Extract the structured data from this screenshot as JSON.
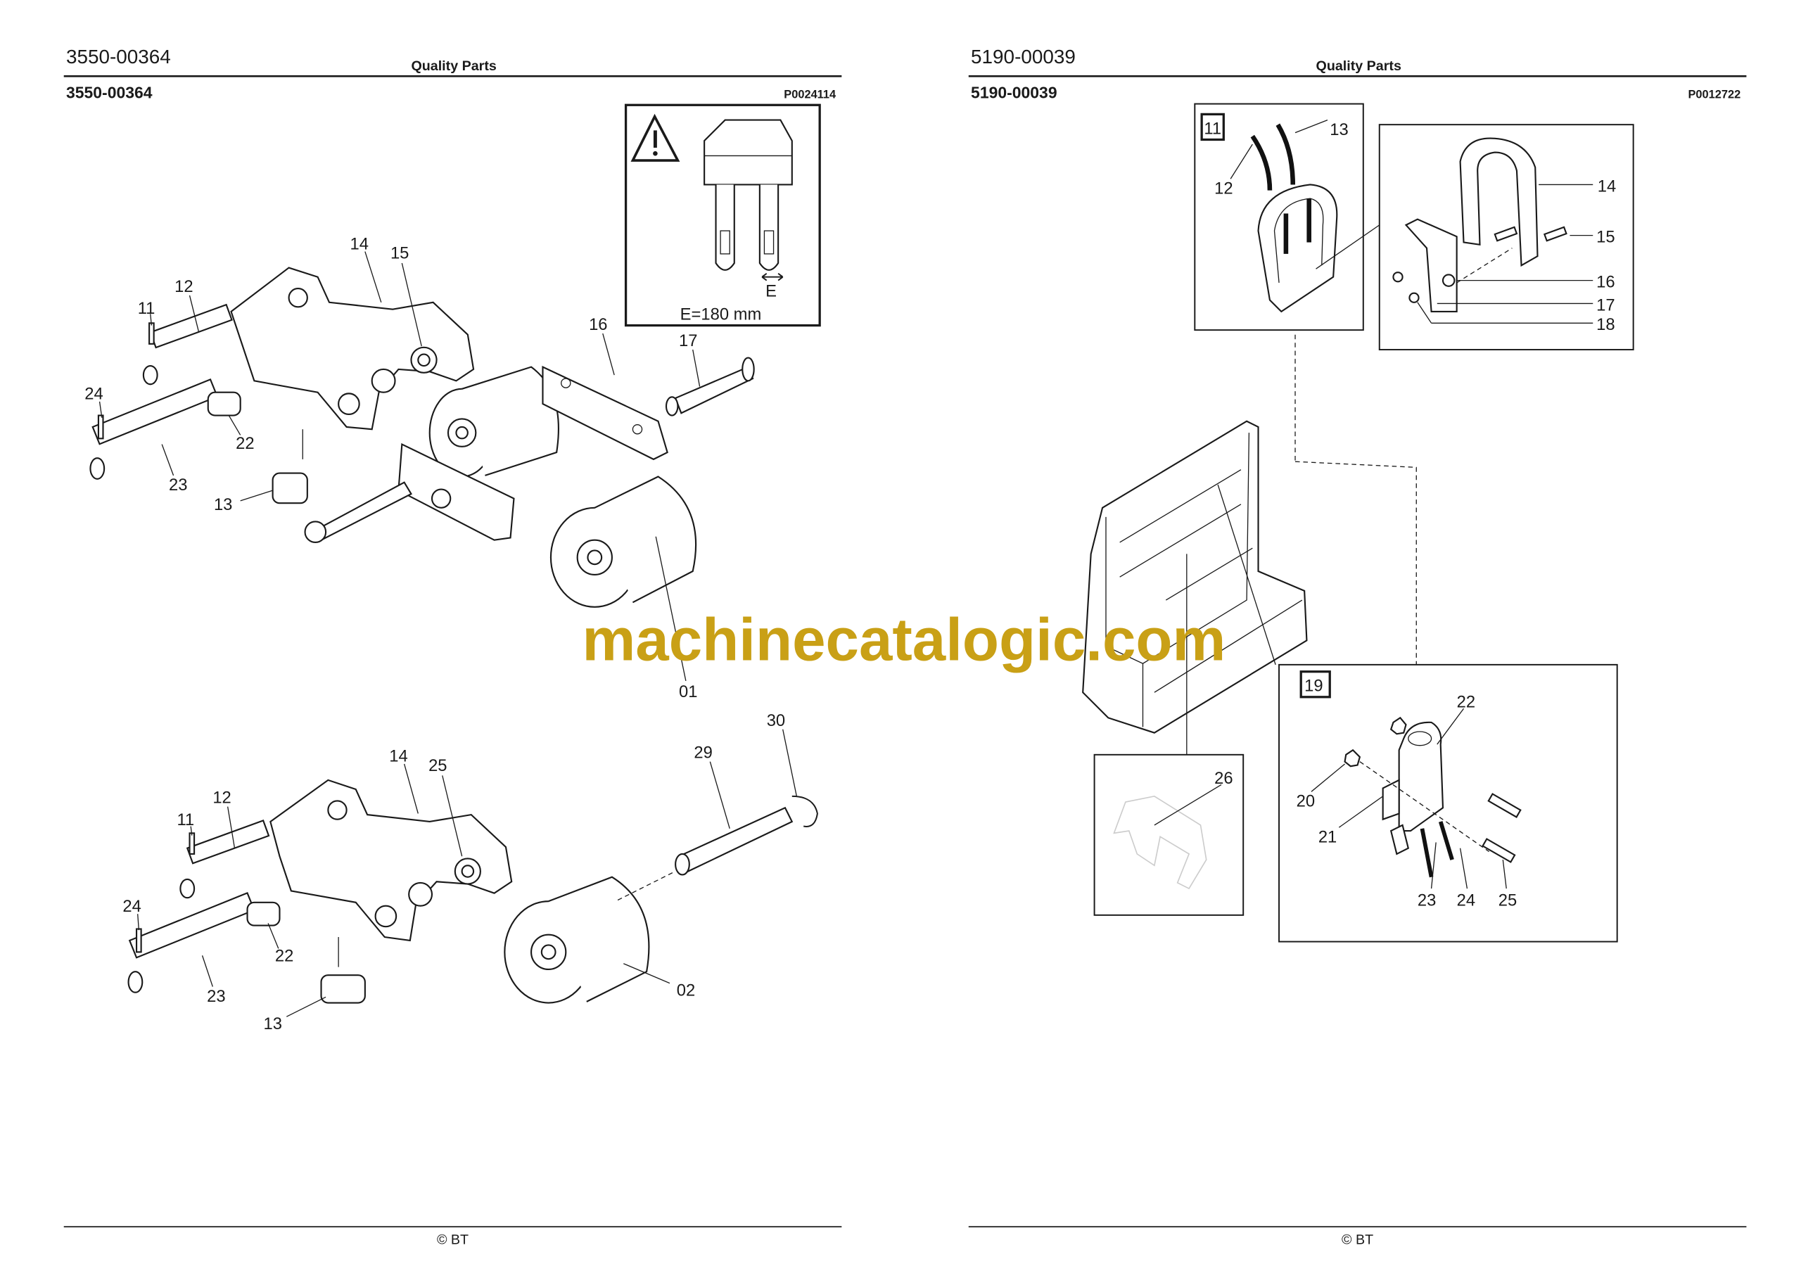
{
  "left_page": {
    "header_number": "3550-00364",
    "header_title": "Quality Parts",
    "section_title": "3550-00364",
    "picture_id": "P0024114",
    "footer": "© BT",
    "inset": {
      "dimension_label": "E",
      "dimension_text": "E=180 mm",
      "icon": "warning-triangle-icon"
    },
    "top_callouts": [
      "14",
      "15",
      "12",
      "11",
      "16",
      "17",
      "24",
      "22",
      "23",
      "13",
      "01"
    ],
    "bottom_callouts": [
      "30",
      "29",
      "14",
      "25",
      "12",
      "11",
      "24",
      "22",
      "23",
      "13",
      "02"
    ]
  },
  "right_page": {
    "header_number": "5190-00039",
    "header_title": "Quality Parts",
    "section_title": "5190-00039",
    "picture_id": "P0012722",
    "footer": "© BT",
    "box_labels": [
      "11",
      "19"
    ],
    "callouts": [
      "13",
      "12",
      "14",
      "15",
      "16",
      "17",
      "18",
      "22",
      "26",
      "20",
      "21",
      "23",
      "24",
      "25"
    ]
  },
  "watermark": {
    "text": "machinecatalogic.com",
    "color": "#c9a016"
  }
}
